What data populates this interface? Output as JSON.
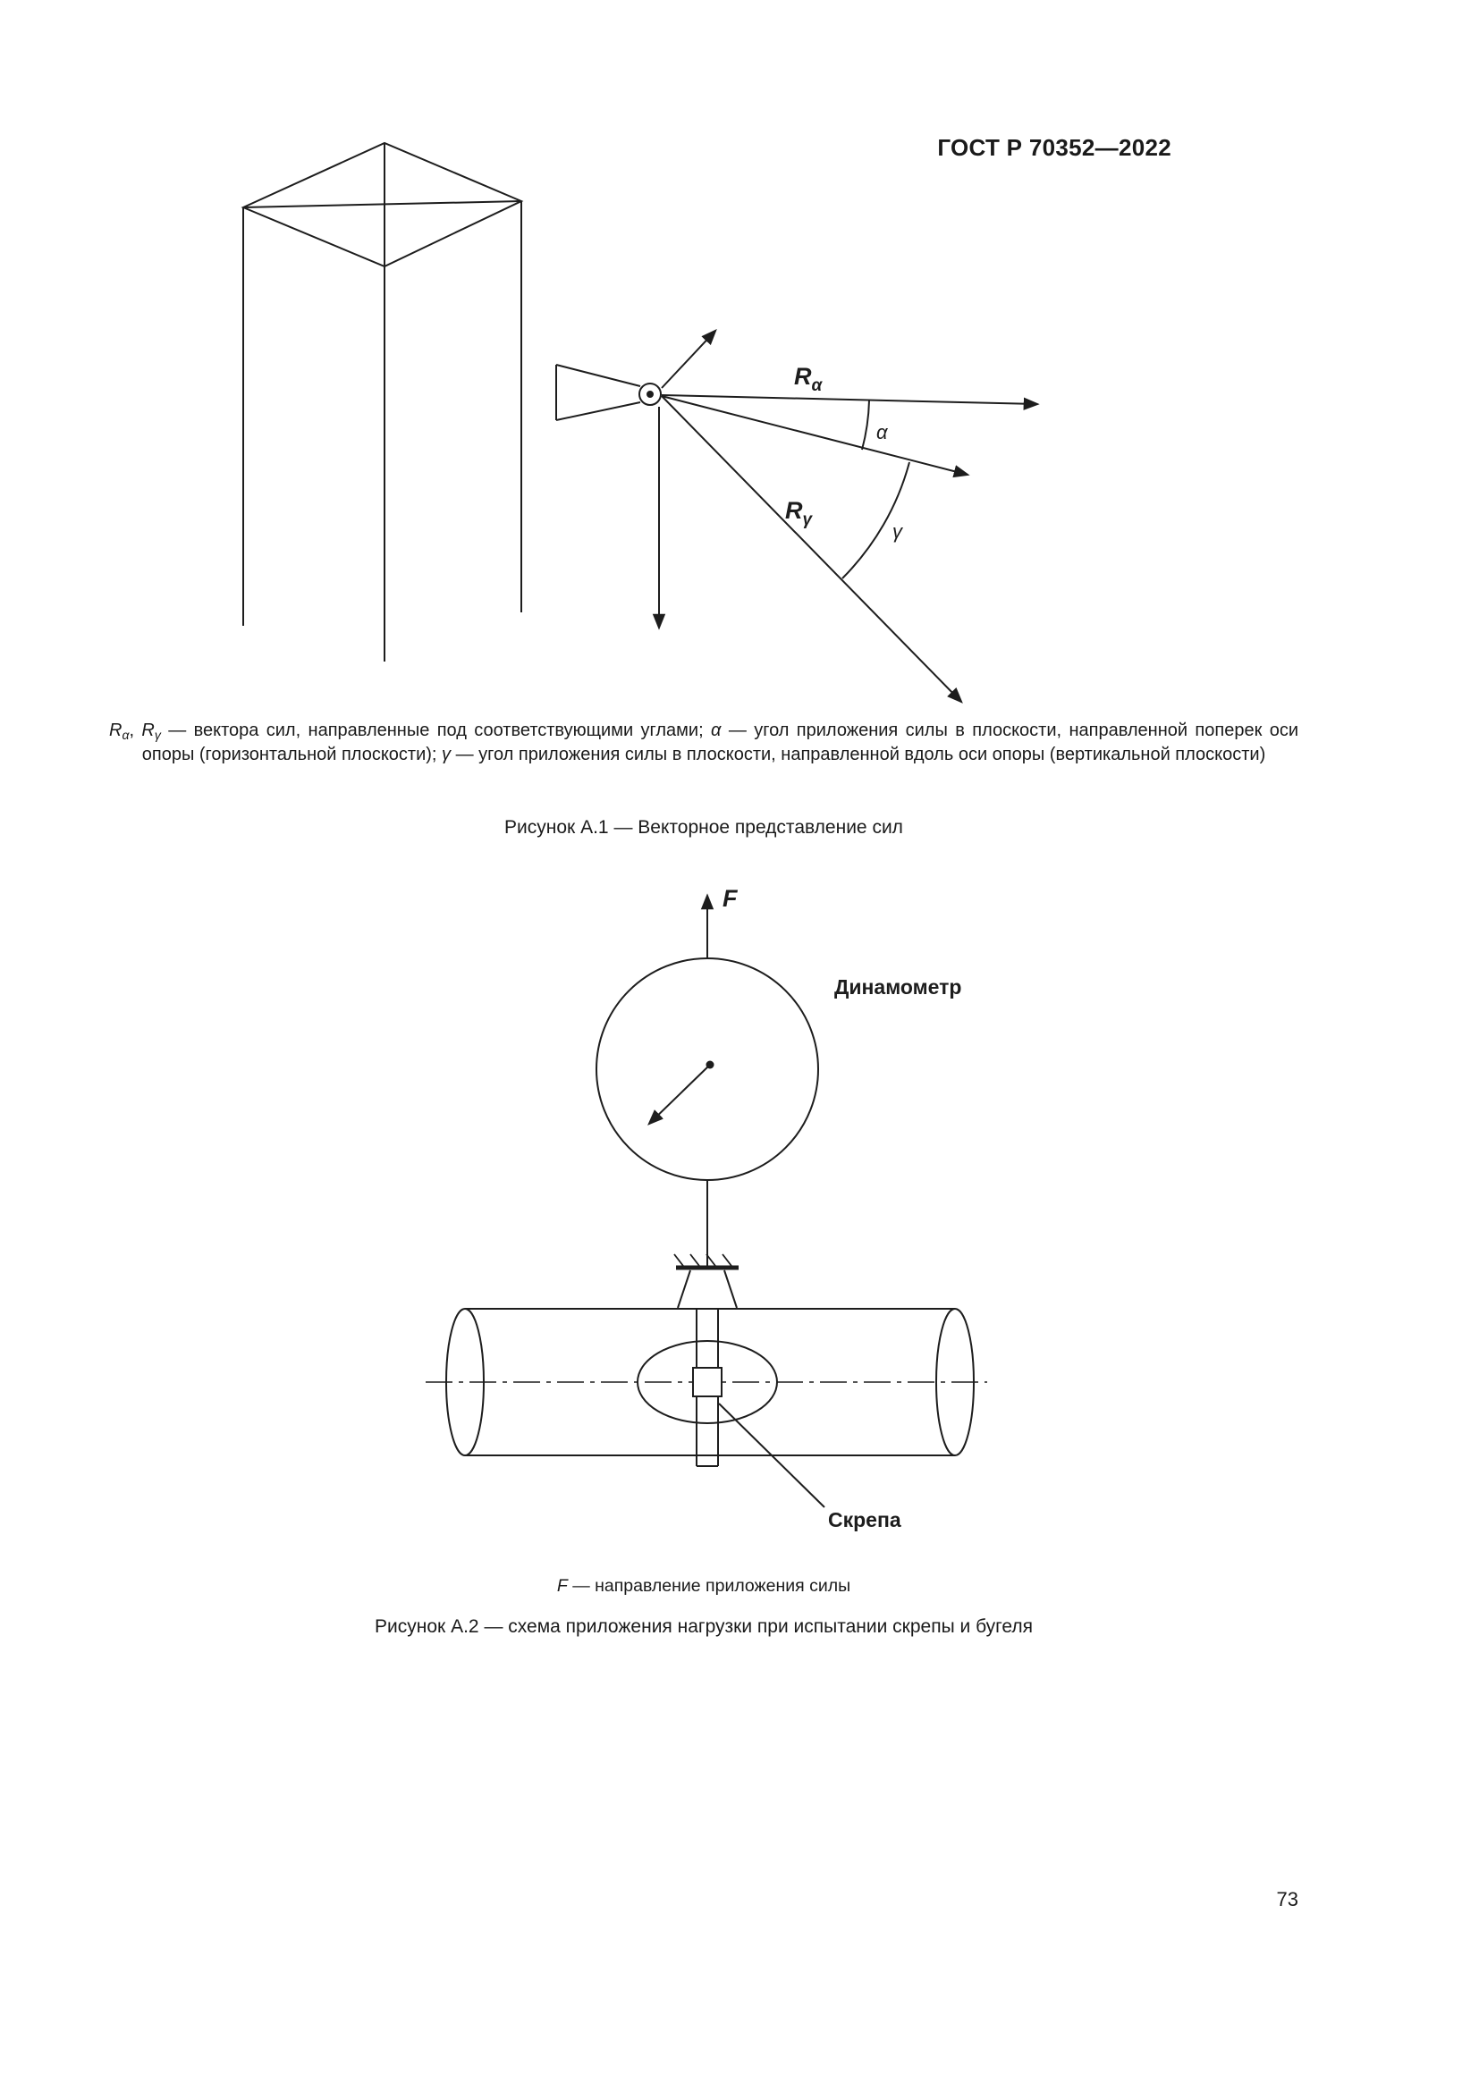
{
  "page": {
    "header": "ГОСТ Р 70352—2022",
    "page_number": "73"
  },
  "figure_a1": {
    "vector_labels": {
      "r_base": "R",
      "alpha_sub": "α",
      "gamma_sub": "γ",
      "alpha": "α",
      "gamma": "γ"
    },
    "legend_segments": [
      {
        "t": "R",
        "italic": true
      },
      {
        "t": "α",
        "italic": true,
        "sub": true
      },
      {
        "t": ", "
      },
      {
        "t": "R",
        "italic": true
      },
      {
        "t": "γ",
        "italic": true,
        "sub": true
      },
      {
        "t": " — вектора сил, направленные под соответствующими углами; "
      },
      {
        "t": "α",
        "italic": true
      },
      {
        "t": " — угол приложения силы в плоскости, направленной поперек оси опоры (горизонтальной плоскости); "
      },
      {
        "t": "γ",
        "italic": true
      },
      {
        "t": " — угол приложения силы в плоскости, направленной вдоль оси опоры (вертикальной плоскости)"
      }
    ],
    "caption": "Рисунок А.1 — Векторное представление сил"
  },
  "figure_a2": {
    "labels": {
      "force": "F",
      "dynamometer": "Динамометр",
      "clamp": "Скрепа"
    },
    "legend_segments": [
      {
        "t": "F",
        "italic": true
      },
      {
        "t": " — направление приложения силы"
      }
    ],
    "caption": "Рисунок А.2 — схема приложения нагрузки при испытании скрепы и бугеля"
  }
}
